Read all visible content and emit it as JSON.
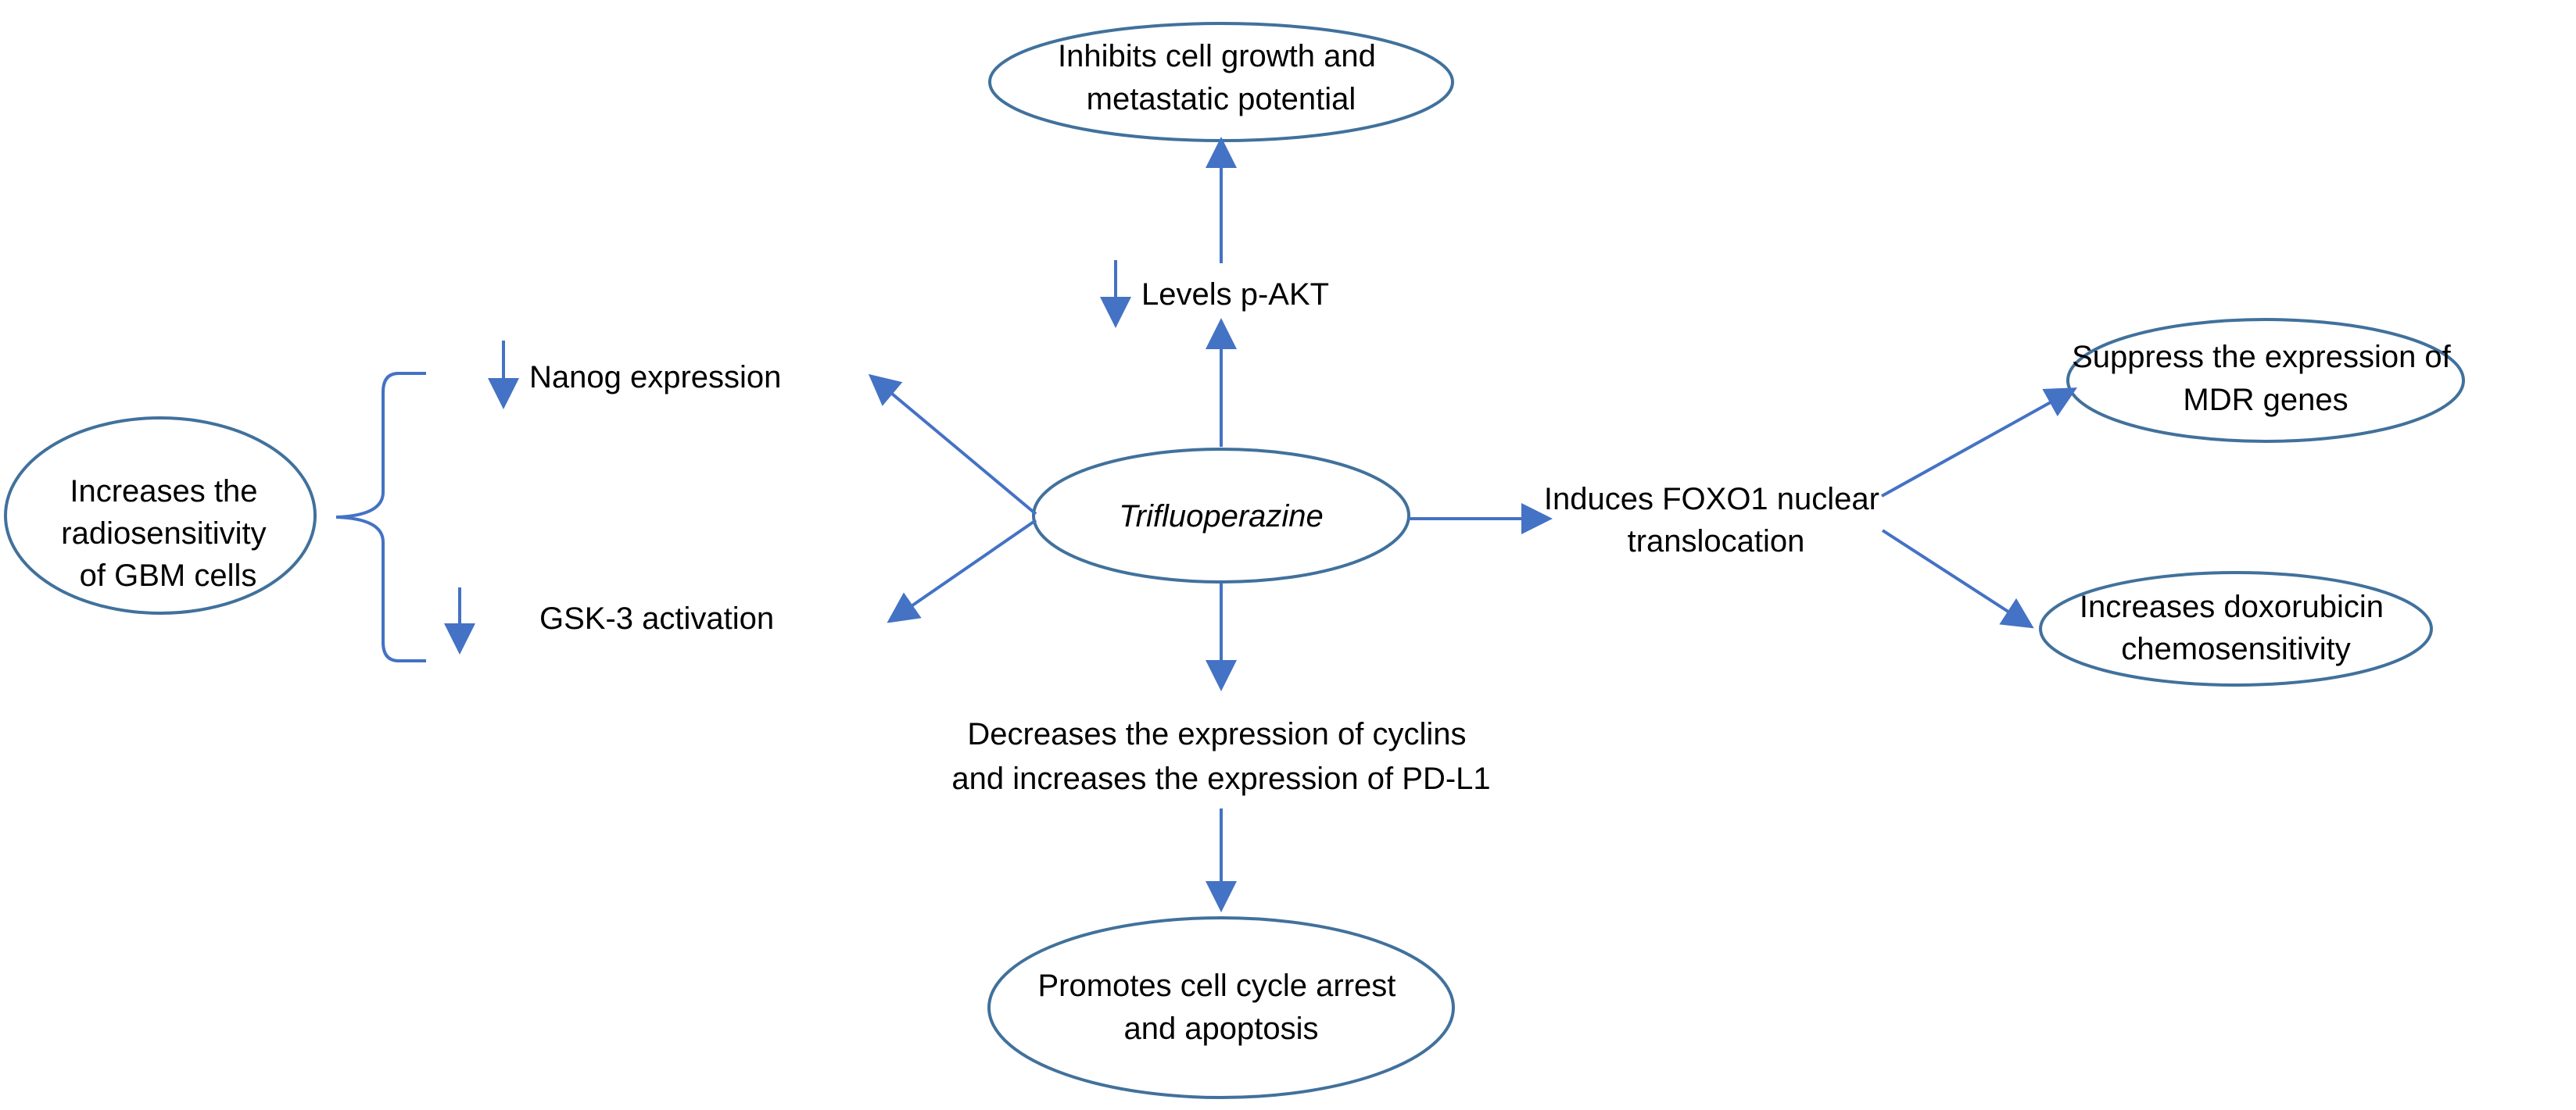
{
  "colors": {
    "arrow": "#4472c4",
    "ellipse_border": "#41719c",
    "text": "#000000",
    "background": "#ffffff"
  },
  "nodes": {
    "center": {
      "line1": "Trifluoperazine"
    },
    "inhibits_growth": {
      "line1": "Inhibits cell growth and",
      "line2": "metastatic potential"
    },
    "levels_pakt": {
      "line1": "Levels p-AKT"
    },
    "nanog": {
      "line1": "Nanog expression"
    },
    "gsk3": {
      "line1": "GSK-3 activation"
    },
    "radiosensitivity": {
      "line1": "Increases the",
      "line2": "radiosensitivity",
      "line3": "of GBM cells"
    },
    "foxo1": {
      "line1": "Induces FOXO1 nuclear",
      "line2": "translocation"
    },
    "mdr": {
      "line1": "Suppress the expression of",
      "line2": "MDR genes"
    },
    "doxorubicin": {
      "line1": "Increases doxorubicin",
      "line2": "chemosensitivity"
    },
    "cyclins": {
      "line1": "Decreases the expression of cyclins",
      "line2": "and increases the expression of PD-L1"
    },
    "apoptosis": {
      "line1": "Promotes  cell cycle arrest",
      "line2": "and apoptosis"
    }
  },
  "indicators": {
    "levels_pakt": "decrease-arrow-icon",
    "nanog": "decrease-arrow-icon",
    "gsk3": "decrease-arrow-icon"
  }
}
